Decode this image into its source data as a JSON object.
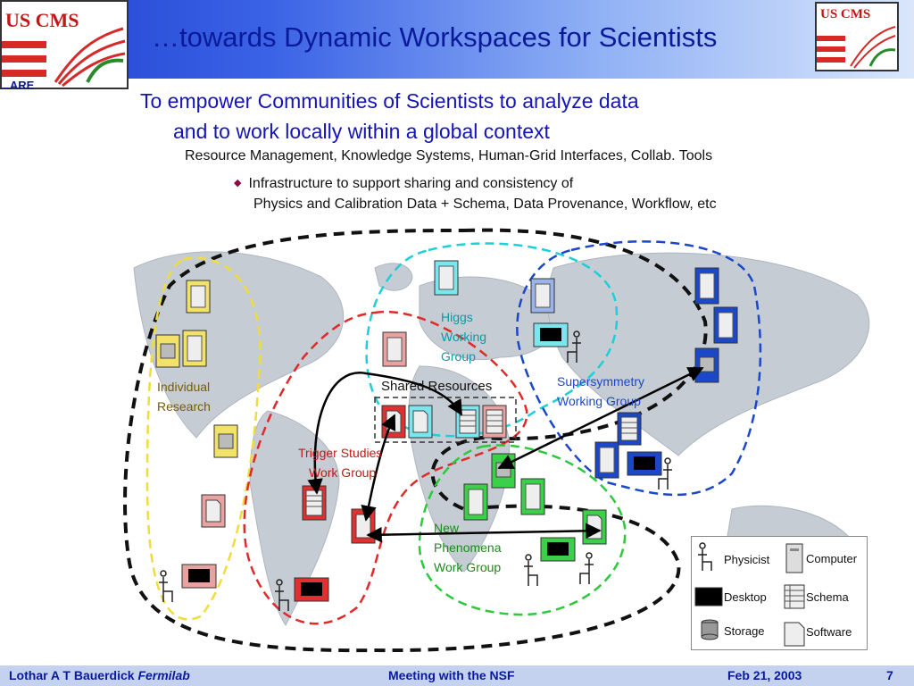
{
  "header": {
    "title": "…towards Dynamic Workspaces for Scientists",
    "logo_text": "US CMS",
    "cut_text": "...ARE"
  },
  "bullets": {
    "level1_line1": "To empower Communities of Scientists to analyze data",
    "level1_line2": "and to work locally within a global context",
    "level2": "Resource Management, Knowledge Systems, Human-Grid Interfaces, Collab. Tools",
    "level3_line1": "Infrastructure to support sharing and consistency of",
    "level3_line2": "Physics and Calibration Data +  Schema, Data Provenance, Workflow, etc"
  },
  "groups": {
    "individual": {
      "line1": "Individual",
      "line2": "Research"
    },
    "higgs": {
      "line1": "Higgs",
      "line2": "Working",
      "line3": "Group"
    },
    "shared": "Shared Resources",
    "susy": {
      "line1": "Supersymmetry",
      "line2": "Working Group"
    },
    "trigger": {
      "line1": "Trigger Studies",
      "line2": "Work Group"
    },
    "newphen": {
      "line1": "New",
      "line2": "Phenomena",
      "line3": "Work Group"
    }
  },
  "legend": {
    "physicist": "Physicist",
    "computer": "Computer",
    "desktop": "Desktop",
    "schema": "Schema",
    "storage": "Storage",
    "software": "Software"
  },
  "footer": {
    "author": "Lothar A T Bauerdick",
    "affiliation": "Fermilab",
    "meeting": "Meeting with the NSF",
    "date": "Feb 21, 2003",
    "page": "7"
  },
  "colors": {
    "title": "#0a1a9a",
    "bullet1": "#1414b8",
    "individual": "#f0dc3c",
    "higgs": "#1ccfd8",
    "susy": "#1a48c8",
    "trigger": "#e02a2a",
    "newphen": "#2ec83c",
    "accent_diamond": "#8a0a44"
  }
}
